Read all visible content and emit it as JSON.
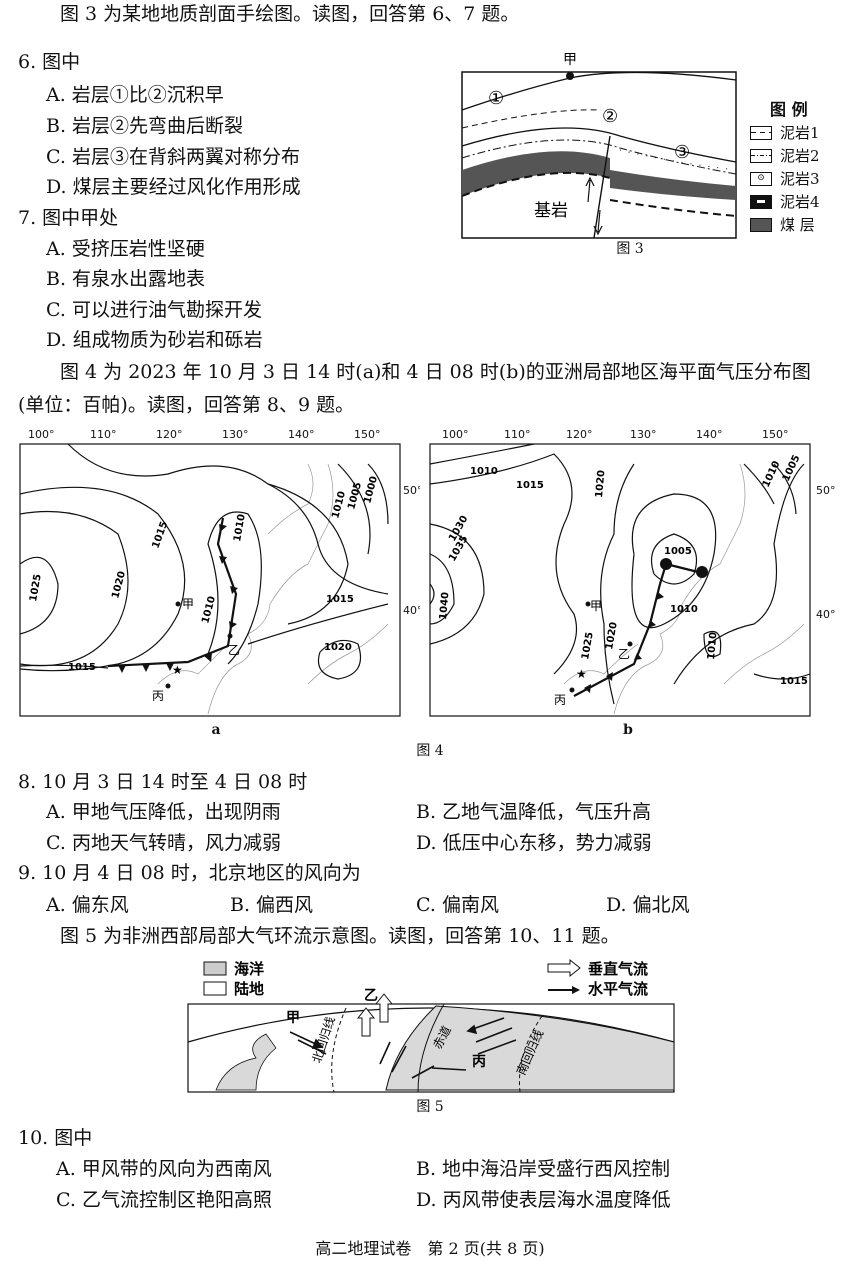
{
  "intro_fig3": "图 3 为某地地质剖面手绘图。读图，回答第 6、7 题。",
  "q6": {
    "stem": "6. 图中",
    "options": [
      "A. 岩层①比②沉积早",
      "B. 岩层②先弯曲后断裂",
      "C. 岩层③在背斜两翼对称分布",
      "D. 煤层主要经过风化作用形成"
    ]
  },
  "q7": {
    "stem": "7. 图中甲处",
    "options": [
      "A. 受挤压岩性坚硬",
      "B. 有泉水出露地表",
      "C. 可以进行油气勘探开发",
      "D. 组成物质为砂岩和砾岩"
    ]
  },
  "fig3": {
    "caption": "图 3",
    "label_jia": "甲",
    "label_1": "①",
    "label_2": "②",
    "label_3": "③",
    "label_bedrock": "基岩",
    "legend_title": "图 例",
    "legend": [
      "泥岩1",
      "泥岩2",
      "泥岩3",
      "泥岩4",
      "煤 层"
    ]
  },
  "intro_fig4_line1": "图 4 为 2023 年 10 月 3 日 14 时(a)和 4 日 08 时(b)的亚洲局部地区海平面气压分布图",
  "intro_fig4_line2": "(单位：百帕)。读图，回答第 8、9 题。",
  "fig4": {
    "caption": "图 4",
    "map_a": {
      "label": "a",
      "lon_ticks": [
        "100°",
        "110°",
        "120°",
        "130°",
        "140°",
        "150°"
      ],
      "lat_ticks": [
        "50°",
        "40°"
      ],
      "isobars": [
        "1025",
        "1020",
        "1015",
        "1015",
        "1010",
        "1010",
        "1005",
        "1000",
        "1010",
        "1015",
        "1020",
        "1015"
      ],
      "places": [
        "甲",
        "乙",
        "丙"
      ]
    },
    "map_b": {
      "label": "b",
      "lon_ticks": [
        "100°",
        "110°",
        "120°",
        "130°",
        "140°",
        "150°"
      ],
      "lat_ticks": [
        "50°",
        "40°"
      ],
      "isobars": [
        "1010",
        "1015",
        "1020",
        "1030",
        "1035",
        "1040",
        "1025",
        "1020",
        "1005",
        "1010",
        "1010",
        "1010",
        "1005",
        "1015"
      ],
      "places": [
        "甲",
        "乙",
        "丙"
      ]
    }
  },
  "q8": {
    "stem": "8. 10 月 3 日 14 时至 4 日 08 时",
    "options": [
      "A. 甲地气压降低，出现阴雨",
      "B. 乙地气温降低，气压升高",
      "C. 丙地天气转晴，风力减弱",
      "D. 低压中心东移，势力减弱"
    ]
  },
  "q9": {
    "stem": "9. 10 月 4 日 08 时，北京地区的风向为",
    "options": [
      "A. 偏东风",
      "B. 偏西风",
      "C. 偏南风",
      "D. 偏北风"
    ]
  },
  "intro_fig5": "图 5 为非洲西部局部大气环流示意图。读图，回答第 10、11 题。",
  "fig5": {
    "caption": "图 5",
    "legend": [
      "海洋",
      "陆地",
      "垂直气流",
      "水平气流"
    ],
    "label_jia": "甲",
    "label_yi": "乙",
    "label_bing": "丙",
    "label_tropic_n": "北回归线",
    "label_equator": "赤道",
    "label_tropic_s": "南回归线"
  },
  "q10": {
    "stem": "10. 图中",
    "options": [
      "A. 甲风带的风向为西南风",
      "B. 地中海沿岸受盛行西风控制",
      "C. 乙气流控制区艳阳高照",
      "D. 丙风带使表层海水温度降低"
    ]
  },
  "footer": "高二地理试卷　第 2 页(共 8 页)"
}
